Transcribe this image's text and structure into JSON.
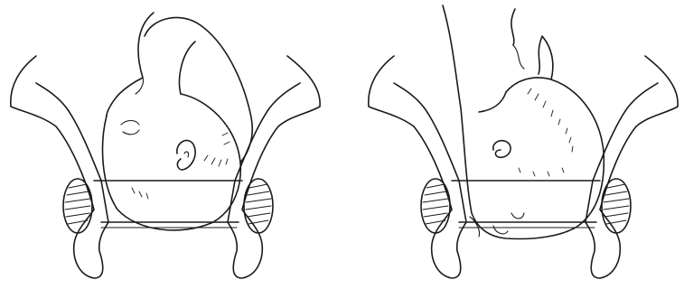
{
  "figure": {
    "panels": [
      {
        "id": "left",
        "view": "fetal-head-face-left",
        "icon": "fetal-head-icon"
      },
      {
        "id": "right",
        "view": "fetal-head-rotated-right",
        "icon": "fetal-head-icon"
      }
    ],
    "line_color": "#1a1a1a",
    "background": "#ffffff"
  }
}
